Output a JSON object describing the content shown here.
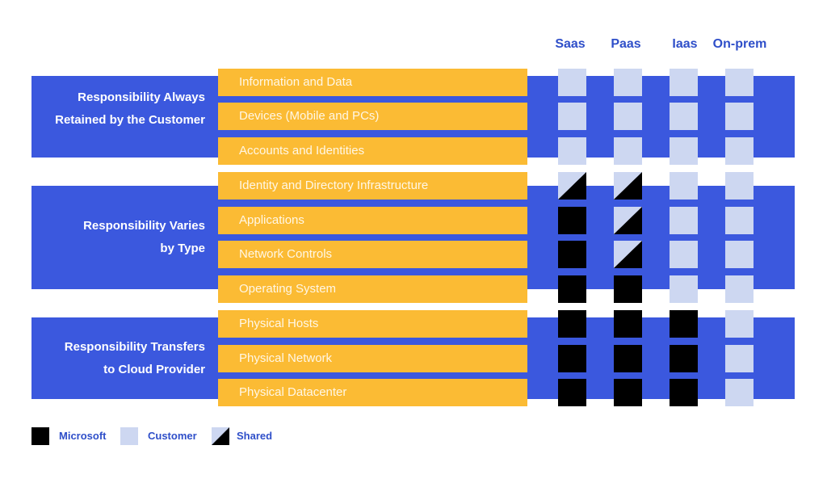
{
  "columns": [
    "Saas",
    "Paas",
    "Iaas",
    "On-prem"
  ],
  "groups": [
    {
      "label_line1": "Responsibility Always",
      "label_line2": "Retained by the Customer"
    },
    {
      "label_line1": "Responsibility Varies",
      "label_line2": "by Type"
    },
    {
      "label_line1": "Responsibility Transfers",
      "label_line2": "to Cloud Provider"
    }
  ],
  "rows": [
    {
      "label": "Information and Data",
      "cells": [
        "customer",
        "customer",
        "customer",
        "customer"
      ]
    },
    {
      "label": "Devices (Mobile and PCs)",
      "cells": [
        "customer",
        "customer",
        "customer",
        "customer"
      ]
    },
    {
      "label": "Accounts and Identities",
      "cells": [
        "customer",
        "customer",
        "customer",
        "customer"
      ]
    },
    {
      "label": "Identity and Directory Infrastructure",
      "cells": [
        "shared",
        "shared",
        "customer",
        "customer"
      ]
    },
    {
      "label": "Applications",
      "cells": [
        "microsoft",
        "shared",
        "customer",
        "customer"
      ]
    },
    {
      "label": "Network Controls",
      "cells": [
        "microsoft",
        "shared",
        "customer",
        "customer"
      ]
    },
    {
      "label": "Operating System",
      "cells": [
        "microsoft",
        "microsoft",
        "customer",
        "customer"
      ]
    },
    {
      "label": "Physical Hosts",
      "cells": [
        "microsoft",
        "microsoft",
        "microsoft",
        "customer"
      ]
    },
    {
      "label": "Physical Network",
      "cells": [
        "microsoft",
        "microsoft",
        "microsoft",
        "customer"
      ]
    },
    {
      "label": "Physical Datacenter",
      "cells": [
        "microsoft",
        "microsoft",
        "microsoft",
        "customer"
      ]
    }
  ],
  "legend": {
    "microsoft": "Microsoft",
    "customer": "Customer",
    "shared": "Shared"
  },
  "colors": {
    "band": "#3b58de",
    "row_bar": "#fbbb34",
    "customer": "#cdd7f1",
    "microsoft": "#000000",
    "header_text": "#2f4fc9"
  }
}
